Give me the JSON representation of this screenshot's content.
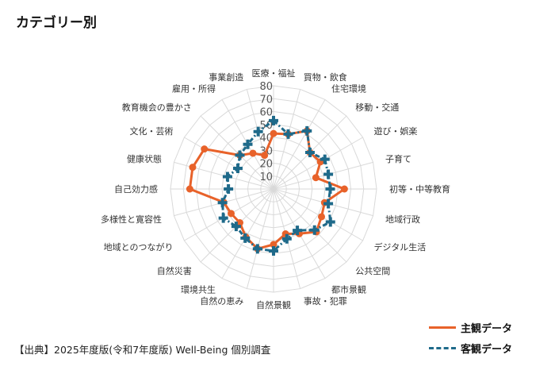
{
  "title": "カテゴリー別",
  "source": "【出典】2025年度版(令和7年度版) Well-Being 個別調査",
  "colors": {
    "subjective": "#E8622A",
    "objective": "#1F6A8A",
    "grid": "#d9d9d9",
    "label": "#333333"
  },
  "chart_data": {
    "type": "radar",
    "categories": [
      "医療・福祉",
      "買物・飲食",
      "住宅環境",
      "移動・交通",
      "遊び・娯楽",
      "子育て",
      "初等・中等教育",
      "地域行政",
      "デジタル生活",
      "公共空間",
      "都市景観",
      "事故・犯罪",
      "自然景観",
      "自然の恵み",
      "環境共生",
      "自然災害",
      "地域とのつながり",
      "多様性と寛容性",
      "自己効力感",
      "健康状態",
      "文化・芸術",
      "教育機会の豊かさ",
      "雇用・所得",
      "事業創造"
    ],
    "rlim": [
      0,
      80
    ],
    "ticks": [
      10,
      20,
      30,
      40,
      50,
      60,
      70,
      80
    ],
    "grid": true,
    "legend_position": "bottom-right",
    "series": [
      {
        "name": "主観データ",
        "values": [
          43,
          44,
          52,
          40,
          42,
          34,
          55,
          41,
          43,
          47,
          40,
          36,
          43,
          48,
          43,
          37,
          38,
          40,
          65,
          65,
          62,
          37,
          32,
          27
        ]
      },
      {
        "name": "客観データ",
        "values": [
          53,
          44,
          52,
          40,
          46,
          44,
          44,
          44,
          51,
          45,
          37,
          40,
          48,
          48,
          44,
          41,
          45,
          41,
          35,
          37,
          32,
          37,
          40,
          46
        ]
      }
    ]
  }
}
